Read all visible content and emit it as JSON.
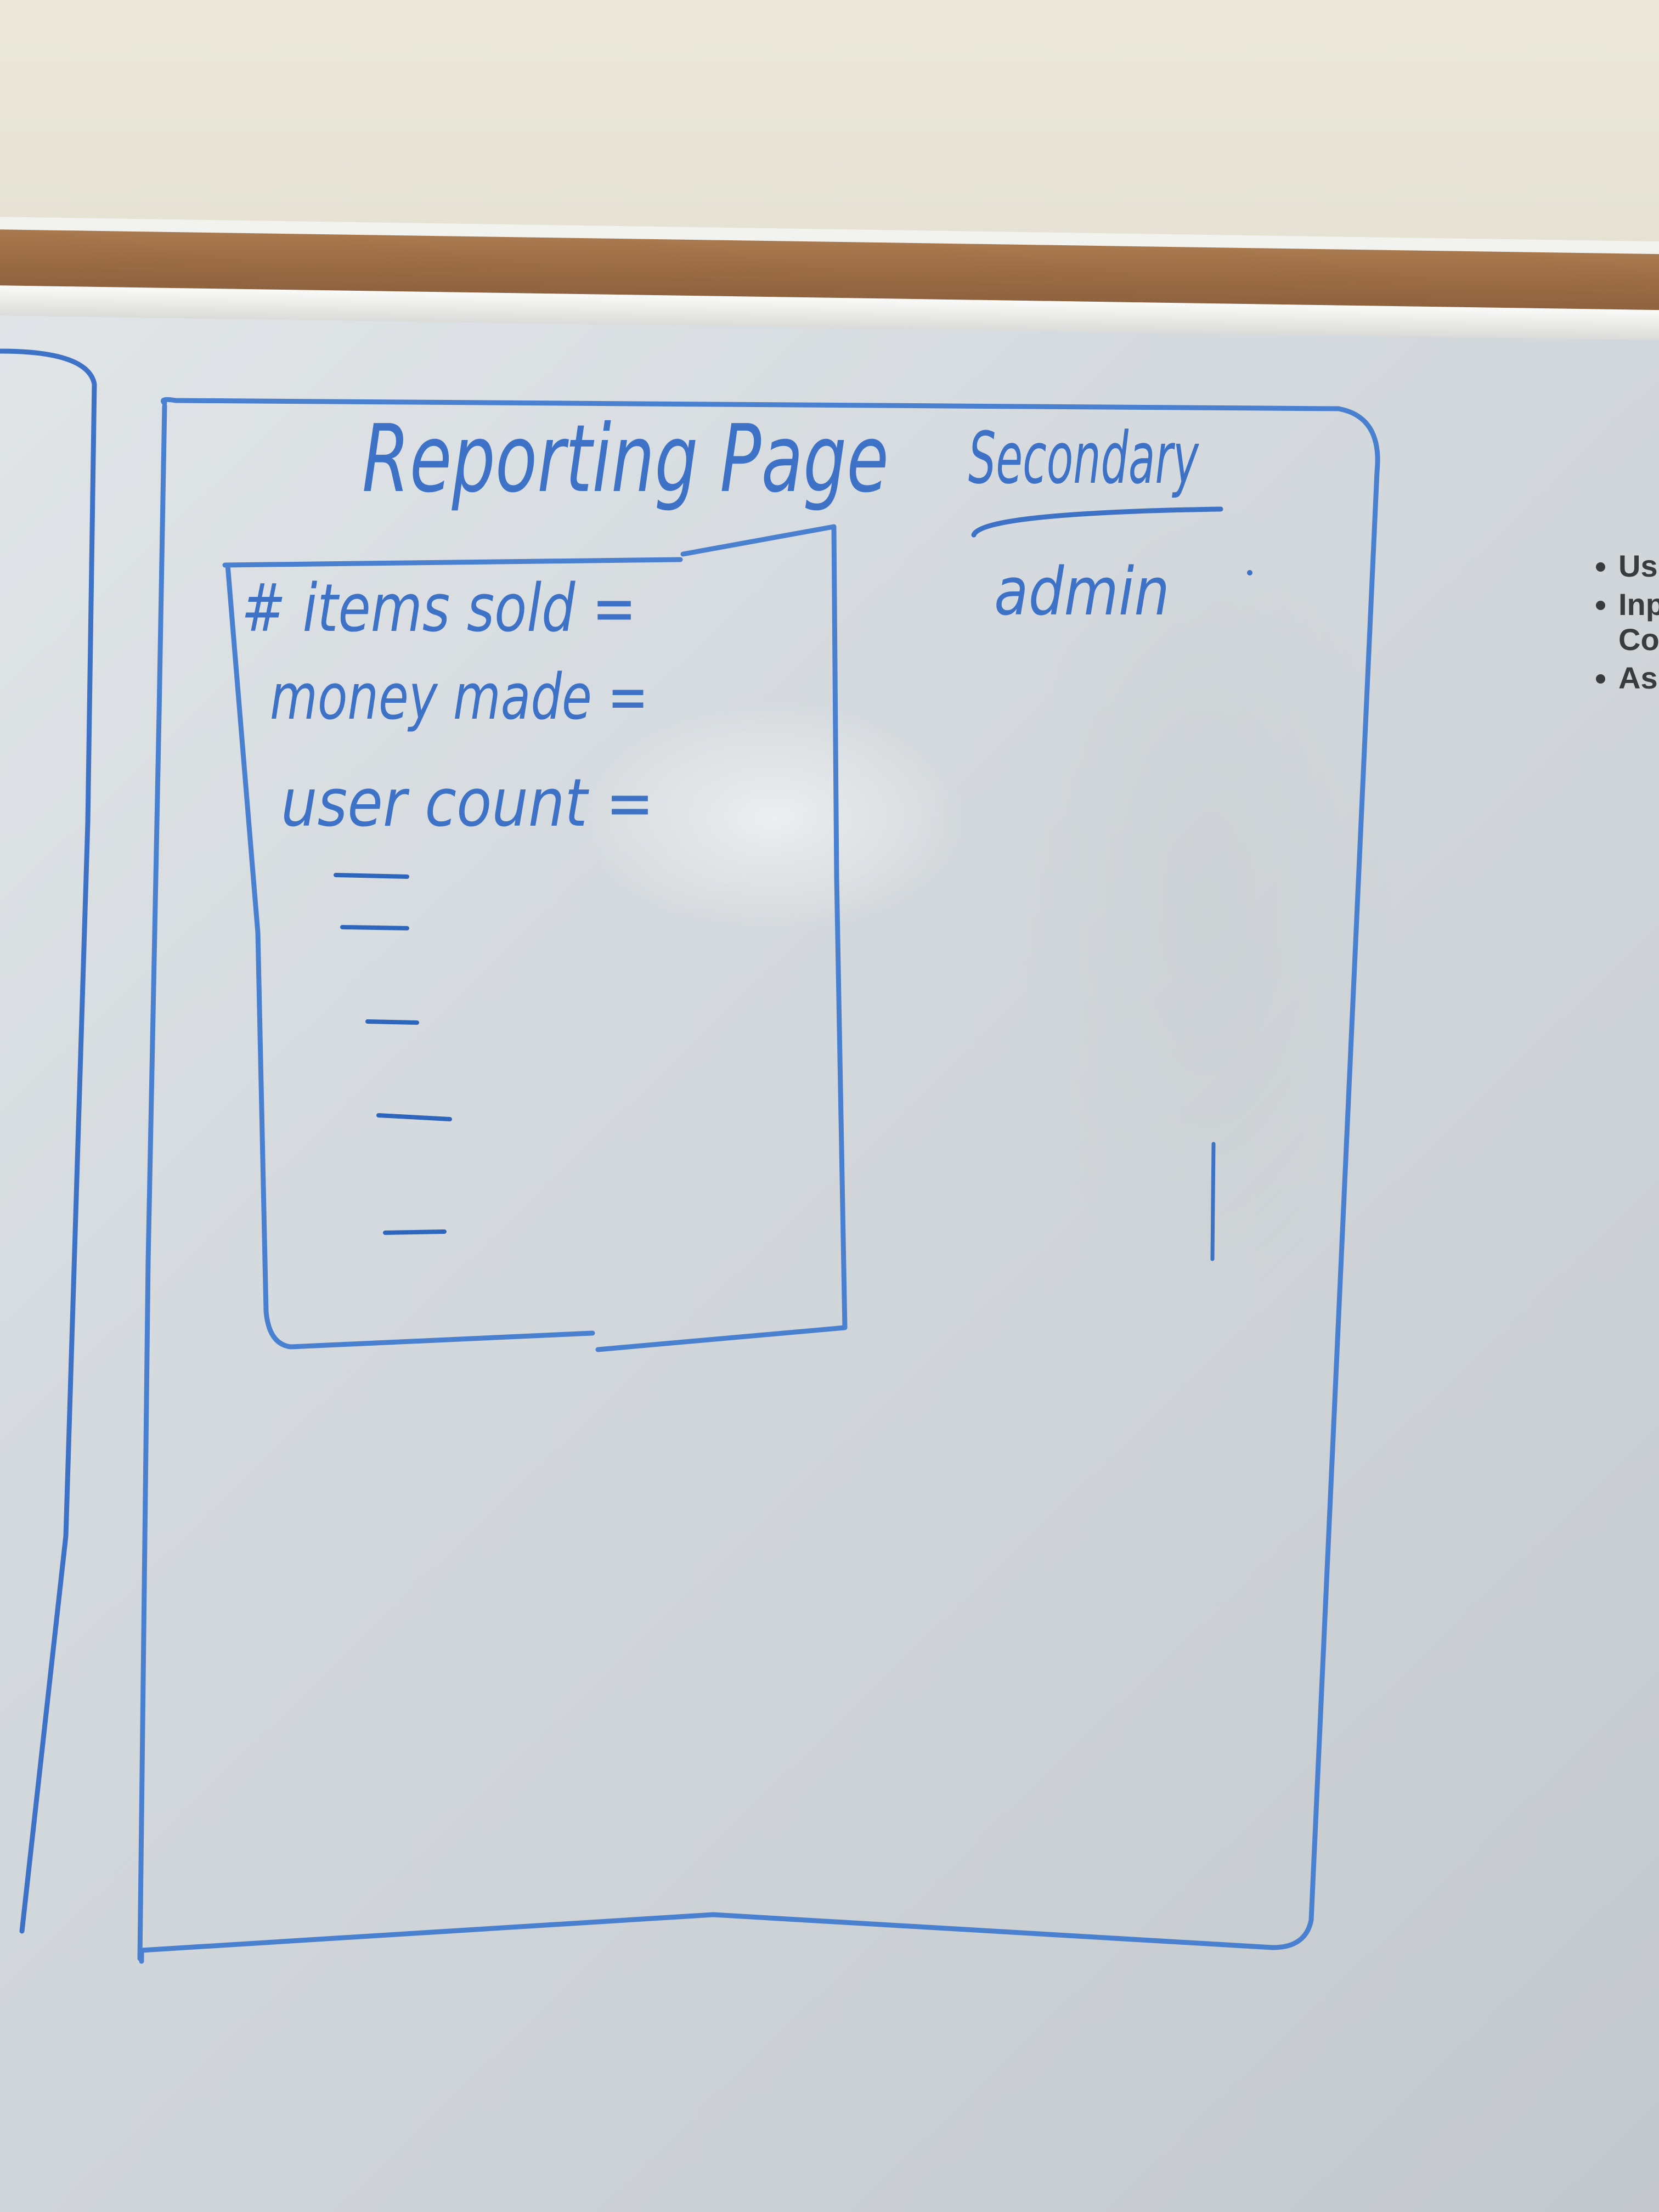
{
  "whiteboard": {
    "title": "Reporting Page",
    "secondary_heading": "Secondary",
    "secondary_item": "admin",
    "metrics": [
      "# items sold =",
      "money made =",
      "user count ="
    ],
    "blank_item_count": 5
  },
  "projected_list": {
    "items": [
      "Us",
      "Inp",
      "Co",
      "As"
    ]
  },
  "colors": {
    "marker_ink": "#3d72c6",
    "board": "#d6dbdf",
    "cork": "#9a6b43",
    "wall": "#e9e6d8"
  }
}
